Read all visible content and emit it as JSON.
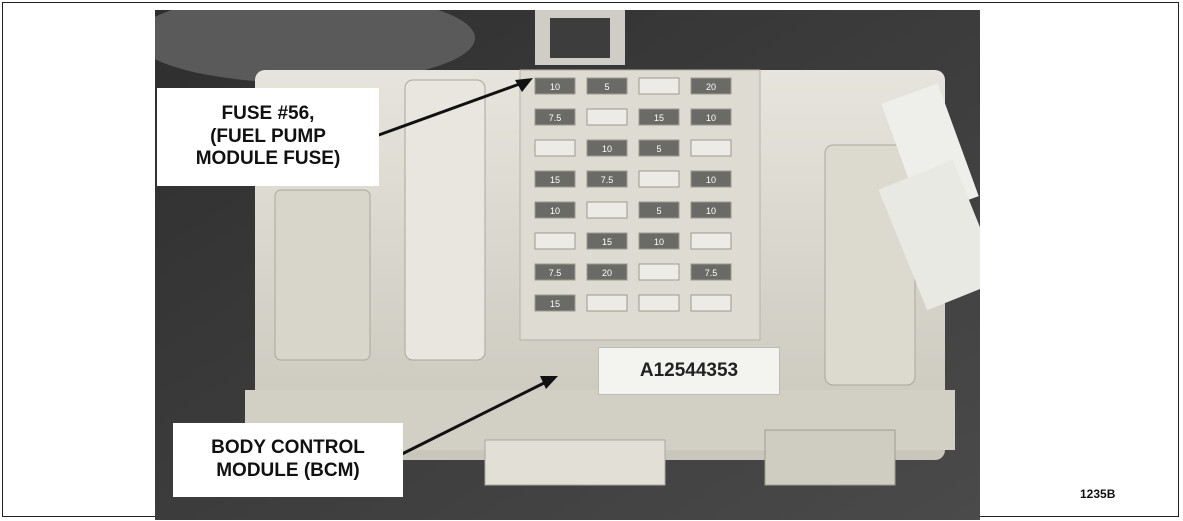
{
  "callouts": {
    "fuse": {
      "lines": [
        "FUSE #56,",
        "(FUEL PUMP",
        "MODULE FUSE)"
      ]
    },
    "bcm": {
      "lines": [
        "BODY CONTROL",
        "MODULE (BCM)"
      ]
    }
  },
  "part_number": "A12544353",
  "figure_id": "1235B",
  "fuse_labels": [
    "10",
    "5",
    "20",
    "7.5",
    "15",
    "10",
    "10",
    "5",
    "15",
    "7.5",
    "10",
    "10",
    "5",
    "10",
    "15",
    "10",
    "7.5",
    "20",
    "7.5",
    "15"
  ]
}
